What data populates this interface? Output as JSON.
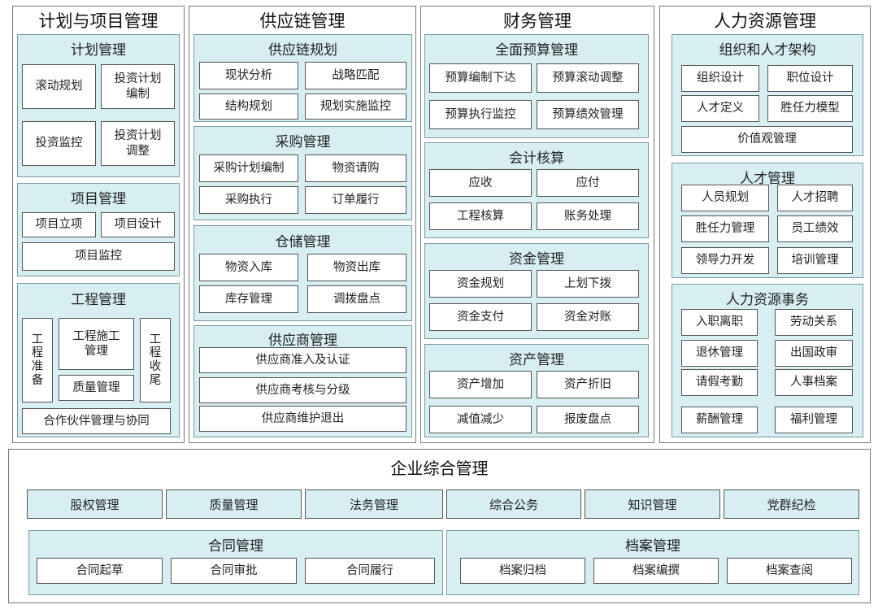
{
  "columns": {
    "plan": {
      "title": "计划与项目管理",
      "plan_mgmt": {
        "title": "计划管理",
        "rolling_plan": "滚动规划",
        "investment_plan": "投资计划\n编制",
        "investment_monitor": "投资监控",
        "investment_adjust": "投资计划\n调整"
      },
      "project_mgmt": {
        "title": "项目管理",
        "project_approval": "项目立项",
        "project_design": "项目设计",
        "project_monitor": "项目监控"
      },
      "engineering_mgmt": {
        "title": "工程管理",
        "prep": "工\n程\n准\n备",
        "construction": "工程施工\n管理",
        "quality": "质量管理",
        "closing": "工\n程\n收\n尾",
        "partner": "合作伙伴管理与协同"
      }
    },
    "supply": {
      "title": "供应链管理",
      "planning": {
        "title": "供应链规划",
        "items": [
          "现状分析",
          "战略匹配",
          "结构规划",
          "规划实施监控"
        ]
      },
      "procurement": {
        "title": "采购管理",
        "items": [
          "采购计划编制",
          "物资请购",
          "采购执行",
          "订单履行"
        ]
      },
      "warehouse": {
        "title": "仓储管理",
        "items": [
          "物资入库",
          "物资出库",
          "库存管理",
          "调拨盘点"
        ]
      },
      "supplier": {
        "title": "供应商管理",
        "items": [
          "供应商准入及认证",
          "供应商考核与分级",
          "供应商维护退出"
        ]
      }
    },
    "finance": {
      "title": "财务管理",
      "budget": {
        "title": "全面预算管理",
        "items": [
          "预算编制下达",
          "预算滚动调整",
          "预算执行监控",
          "预算绩效管理"
        ]
      },
      "accounting": {
        "title": "会计核算",
        "items": [
          "应收",
          "应付",
          "工程核算",
          "账务处理"
        ]
      },
      "funds": {
        "title": "资金管理",
        "items": [
          "资金规划",
          "上划下拨",
          "资金支付",
          "资金对账"
        ]
      },
      "assets": {
        "title": "资产管理",
        "items": [
          "资产增加",
          "资产折旧",
          "减值减少",
          "报废盘点"
        ]
      }
    },
    "hr": {
      "title": "人力资源管理",
      "org": {
        "title": "组织和人才架构",
        "items": [
          "组织设计",
          "职位设计",
          "人才定义",
          "胜任力模型"
        ],
        "values": "价值观管理"
      },
      "talent": {
        "title": "人才管理",
        "items": [
          "人员规划",
          "人才招聘",
          "胜任力管理",
          "员工绩效",
          "领导力开发",
          "培训管理"
        ]
      },
      "affairs": {
        "title": "人力资源事务",
        "items": [
          "入职离职",
          "劳动关系",
          "退休管理",
          "出国政审",
          "请假考勤",
          "人事档案",
          "薪酬管理",
          "福利管理"
        ]
      }
    }
  },
  "enterprise": {
    "title": "企业综合管理",
    "bars": [
      "股权管理",
      "质量管理",
      "法务管理",
      "综合公务",
      "知识管理",
      "党群纪检"
    ],
    "contract": {
      "title": "合同管理",
      "items": [
        "合同起草",
        "合同审批",
        "合同履行"
      ]
    },
    "archive": {
      "title": "档案管理",
      "items": [
        "档案归档",
        "档案编撰",
        "档案查阅"
      ]
    }
  }
}
